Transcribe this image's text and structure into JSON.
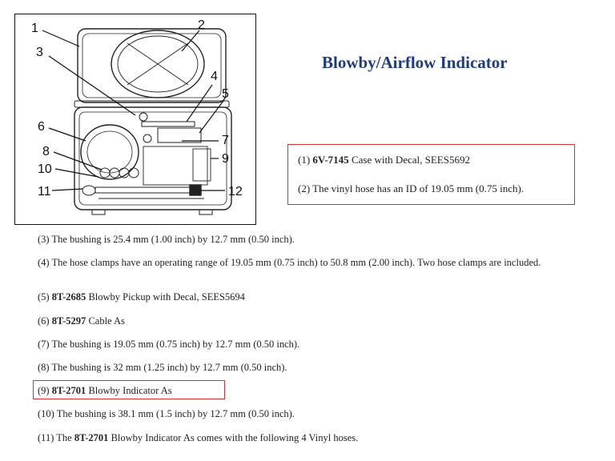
{
  "title": "Blowby/Airflow Indicator",
  "figure_callouts": [
    "1",
    "2",
    "3",
    "4",
    "5",
    "6",
    "7",
    "8",
    "9",
    "10",
    "11",
    "12"
  ],
  "boxed_notes": [
    {
      "prefix": "(1) ",
      "part": "6V-7145",
      "text": " Case with Decal, SEES5692"
    },
    {
      "prefix": "(2) The vinyl hose has an ID of 19.05 mm (0.75 inch).",
      "part": "",
      "text": ""
    }
  ],
  "notes": [
    {
      "prefix": "(3) The bushing is 25.4 mm (1.00 inch) by 12.7 mm (0.50 inch).",
      "part": "",
      "text": ""
    },
    {
      "prefix": "(4) The hose clamps have an operating range of 19.05 mm (0.75 inch) to 50.8 mm (2.00 inch). Two hose clamps are included.",
      "part": "",
      "text": ""
    },
    {
      "prefix": "(5) ",
      "part": "8T-2685",
      "text": " Blowby Pickup with Decal, SEES5694"
    },
    {
      "prefix": "(6) ",
      "part": "8T-5297",
      "text": " Cable As"
    },
    {
      "prefix": "(7) The bushing is 19.05 mm (0.75 inch) by 12.7 mm (0.50 inch).",
      "part": "",
      "text": ""
    },
    {
      "prefix": "(8) The bushing is 32 mm (1.25 inch) by 12.7 mm (0.50 inch).",
      "part": "",
      "text": ""
    },
    {
      "prefix": "(9) ",
      "part": "8T-2701",
      "text": " Blowby Indicator As"
    },
    {
      "prefix": "(10) The bushing is 38.1 mm (1.5 inch) by 12.7 mm (0.50 inch).",
      "part": "",
      "text": ""
    },
    {
      "prefix": "(11) The ",
      "part": "8T-2701",
      "text": " Blowby Indicator As comes with the following 4 Vinyl hoses."
    }
  ]
}
